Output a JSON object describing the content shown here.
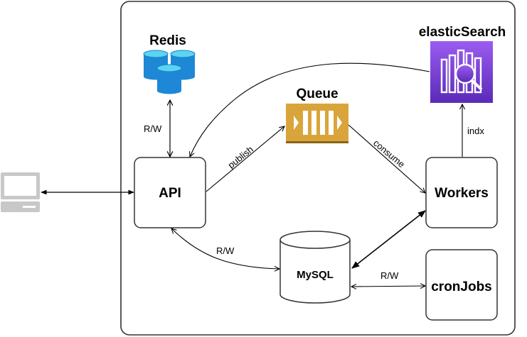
{
  "nodes": {
    "redis": "Redis",
    "queue": "Queue",
    "elastic": "elasticSearch",
    "api": "API",
    "workers": "Workers",
    "mysql": "MySQL",
    "cronjobs": "cronJobs"
  },
  "edges": {
    "api_redis": "R/W",
    "api_queue": "publish",
    "queue_workers": "consume",
    "workers_elastic": "indx",
    "api_mysql": "R/W",
    "mysql_cronjobs": "R/W"
  },
  "icons": {
    "client": "laptop-icon",
    "redis": "database-stack-icon",
    "queue": "queue-icon",
    "elastic": "search-service-icon",
    "mysql": "cylinder-database-icon"
  },
  "colors": {
    "redis": "#1e88d6",
    "redis_top": "#5ad4f0",
    "queue": "#d9a53a",
    "elastic": "#7b3fd6",
    "laptop": "#c8c8c8",
    "stroke": "#333333"
  }
}
